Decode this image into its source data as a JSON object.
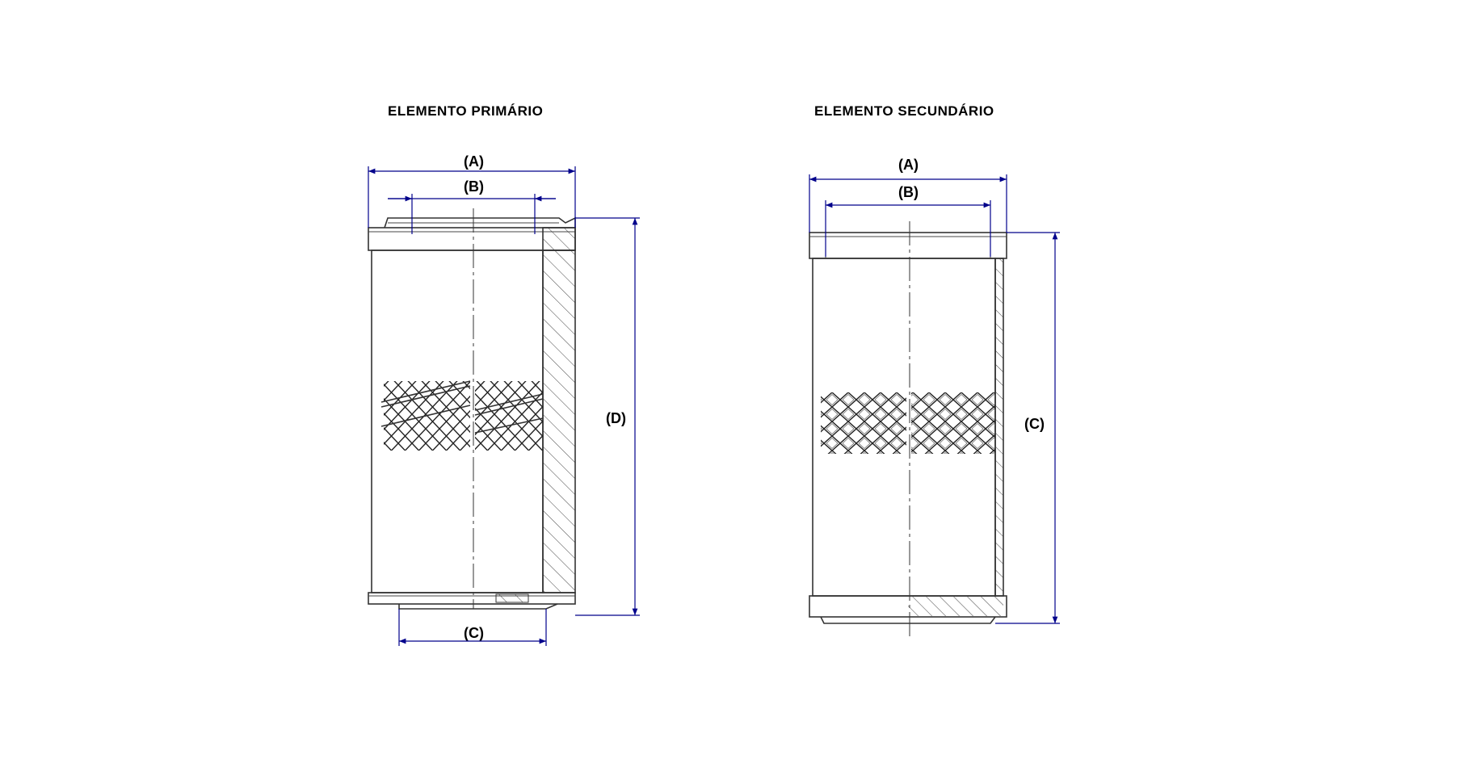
{
  "primary": {
    "title": "ELEMENTO PRIMÁRIO",
    "labels": {
      "a": "(A)",
      "b": "(B)",
      "c": "(C)",
      "d": "(D)"
    }
  },
  "secondary": {
    "title": "ELEMENTO SECUNDÁRIO",
    "labels": {
      "a": "(A)",
      "b": "(B)",
      "c": "(C)"
    }
  },
  "colors": {
    "dimension": "#00008b",
    "outline": "#333333"
  }
}
